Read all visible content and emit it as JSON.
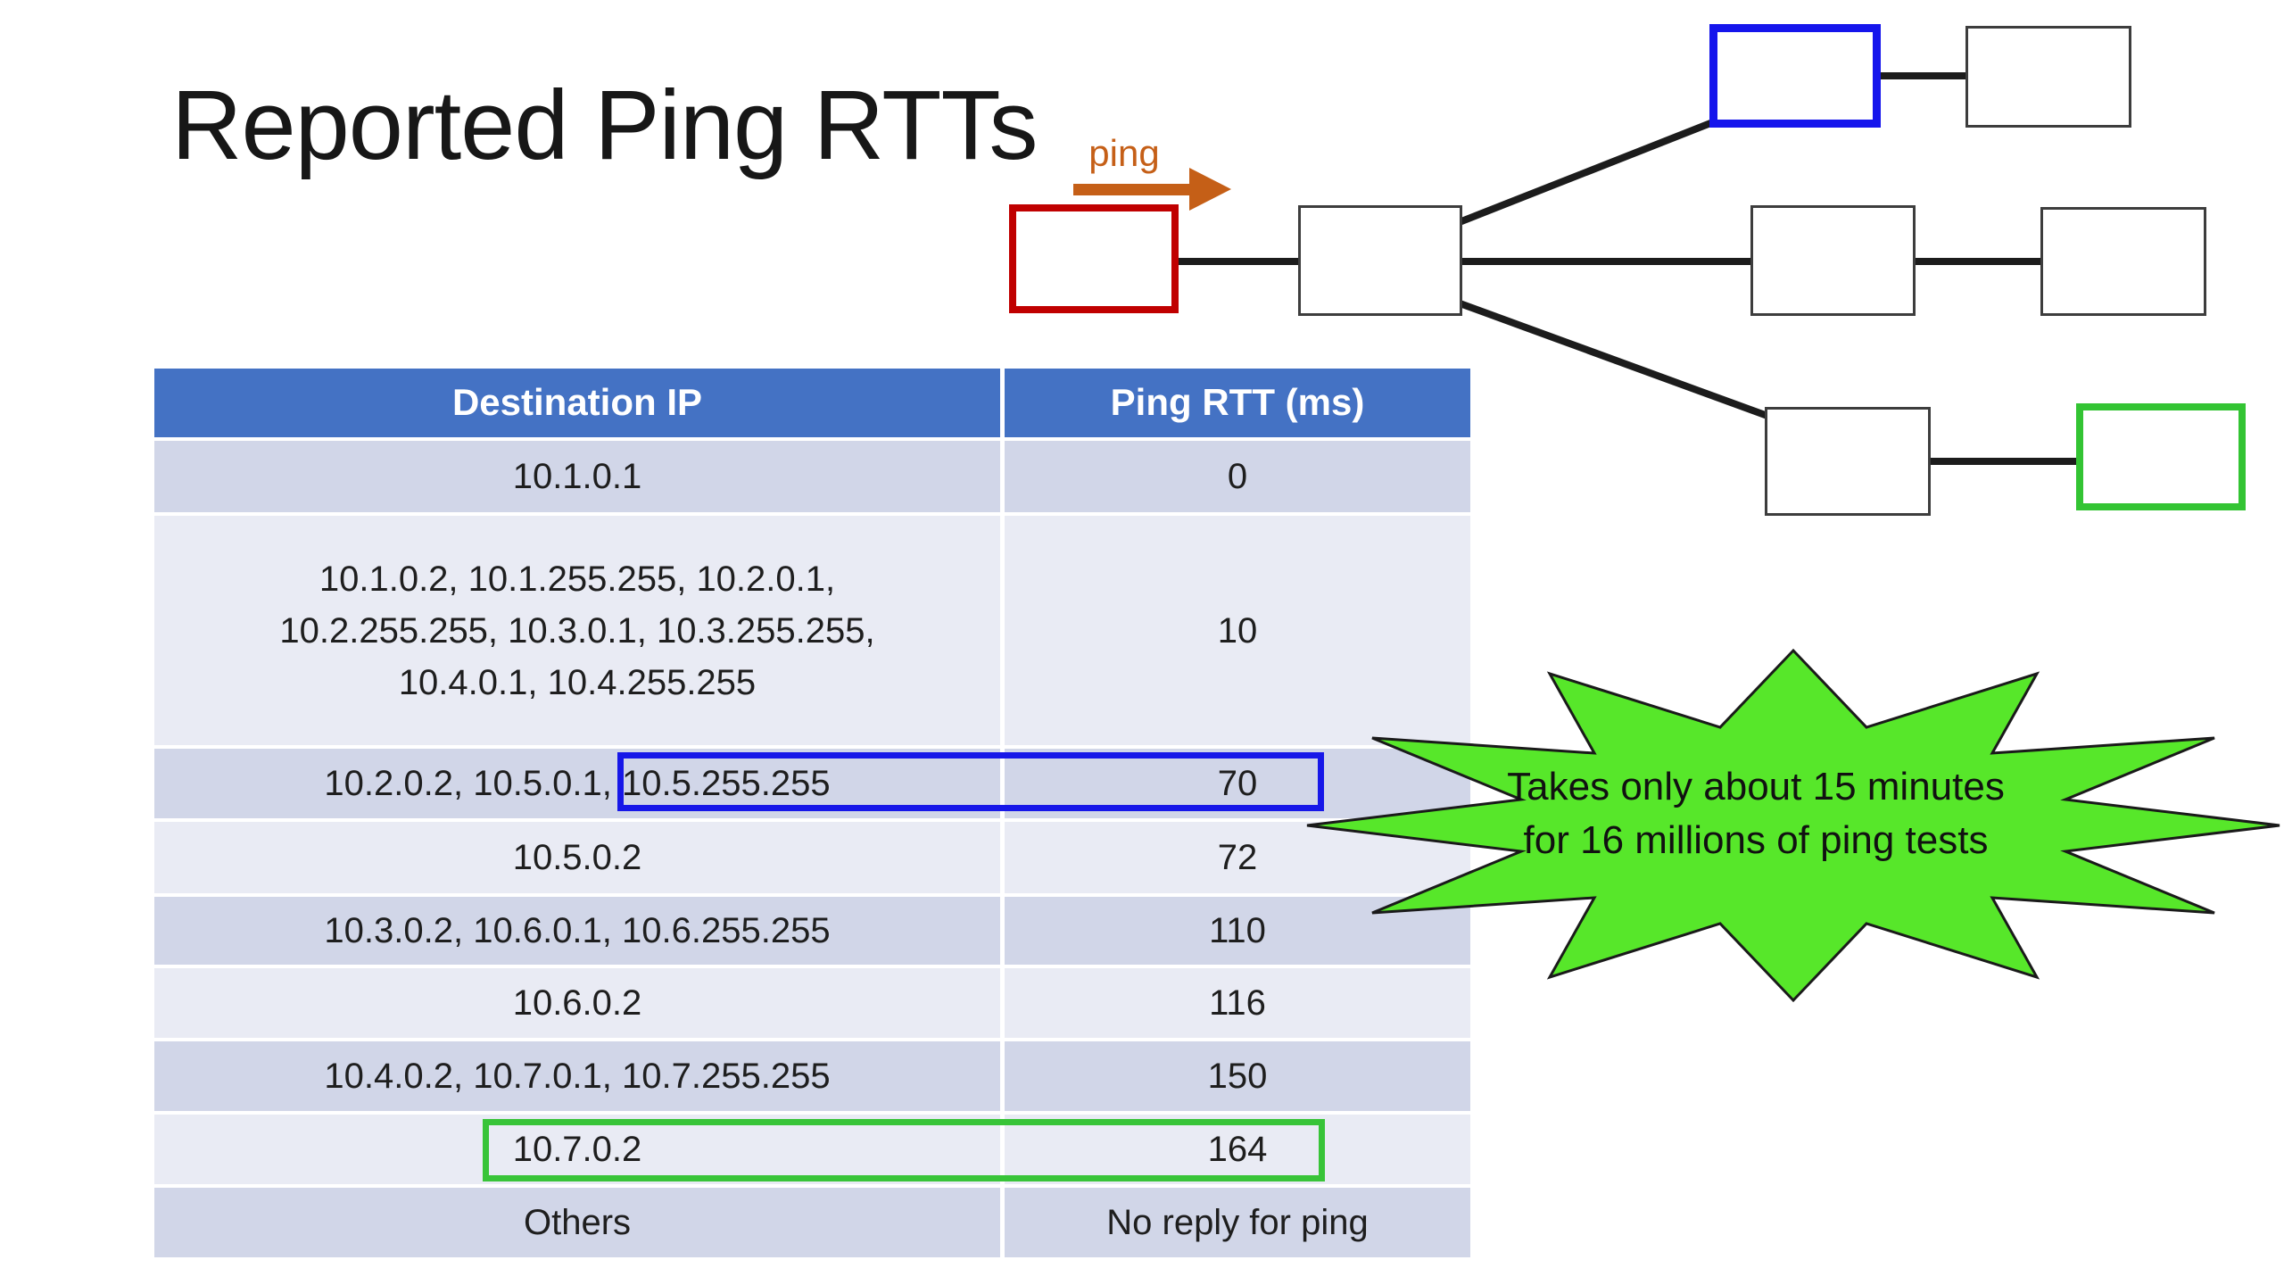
{
  "slide": {
    "title": "Reported Ping RTTs"
  },
  "ping": {
    "label": "ping"
  },
  "table": {
    "headers": {
      "ip": "Destination IP",
      "rtt": "Ping RTT (ms)"
    },
    "rows": [
      {
        "ip": "10.1.0.1",
        "rtt": "0"
      },
      {
        "ip_lines": [
          "10.1.0.2, 10.1.255.255, 10.2.0.1,",
          "10.2.255.255, 10.3.0.1, 10.3.255.255,",
          "10.4.0.1, 10.4.255.255"
        ],
        "rtt": "10"
      },
      {
        "ip": "10.2.0.2, 10.5.0.1, 10.5.255.255",
        "rtt": "70",
        "highlight": "blue"
      },
      {
        "ip": "10.5.0.2",
        "rtt": "72"
      },
      {
        "ip": "10.3.0.2, 10.6.0.1, 10.6.255.255",
        "rtt": "110"
      },
      {
        "ip": "10.6.0.2",
        "rtt": "116"
      },
      {
        "ip": "10.4.0.2, 10.7.0.1, 10.7.255.255",
        "rtt": "150"
      },
      {
        "ip": "10.7.0.2",
        "rtt": "164",
        "highlight": "green"
      },
      {
        "ip": "Others",
        "rtt": "No reply for ping"
      }
    ]
  },
  "callout": {
    "lines": [
      "Takes only about 15 minutes",
      "for 16 millions of ping tests"
    ]
  },
  "diagram": {
    "nodes": [
      {
        "id": "pinger",
        "accent": "red"
      },
      {
        "id": "hub",
        "accent": "plain"
      },
      {
        "id": "router-top",
        "accent": "blue"
      },
      {
        "id": "host-top",
        "accent": "plain"
      },
      {
        "id": "router-mid",
        "accent": "plain"
      },
      {
        "id": "host-mid",
        "accent": "plain"
      },
      {
        "id": "router-bottom",
        "accent": "plain"
      },
      {
        "id": "host-bottom",
        "accent": "green"
      }
    ]
  },
  "colors": {
    "header-blue": "#4472C4",
    "header-text": "#FFFFFF",
    "row-dark": "#D1D6E8",
    "row-light": "#E9EBF4",
    "body-text": "#1E1E1E",
    "title-text": "#171717",
    "orange": "#C55F17",
    "node-red": "#C00000",
    "node-blue": "#1515EC",
    "node-green": "#33C433",
    "node-border": "#3D3D3D",
    "link": "#1C1C1C",
    "hl-blue": "#1717E8",
    "hl-green": "#38C438",
    "starburst": "#57E72A",
    "starburst-stroke": "#1A1A1A"
  }
}
